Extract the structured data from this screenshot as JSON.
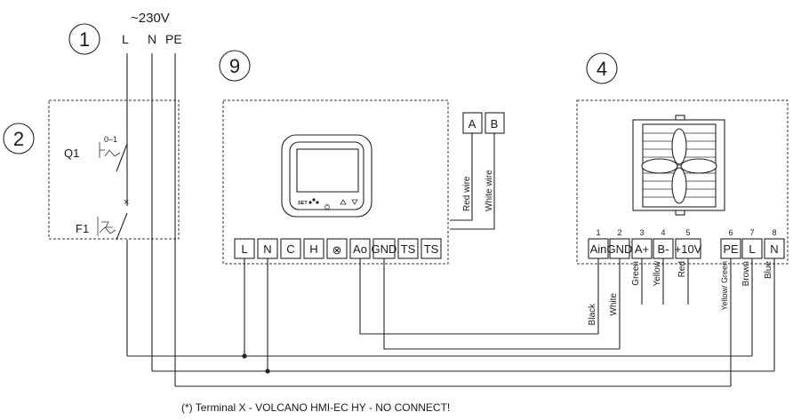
{
  "supply": {
    "voltage": "~230V",
    "lines": [
      "L",
      "N",
      "PE"
    ]
  },
  "callouts": [
    "1",
    "2",
    "9",
    "4"
  ],
  "breaker_labels": {
    "q1": "Q1",
    "q1_mark": "0–1",
    "f1": "F1"
  },
  "controller": {
    "terminals": [
      "L",
      "N",
      "C",
      "H",
      "⊗",
      "Ao",
      "GND",
      "TS",
      "TS"
    ],
    "keys": {
      "set": "SET"
    }
  },
  "ab_block": {
    "terminals": [
      "A",
      "B"
    ],
    "wires": [
      "Red wire",
      "White wire"
    ]
  },
  "fan": {
    "terminal_numbers": [
      "1",
      "2",
      "3",
      "4",
      "5",
      "6",
      "7",
      "8"
    ],
    "terminals": [
      "Ain",
      "GND",
      "A+",
      "B-",
      "+10V",
      "PE",
      "L",
      "N"
    ],
    "wire_colors": [
      "Black",
      "White",
      "Green",
      "Yellow",
      "Red",
      "Yellow/ Green",
      "Brown",
      "Blue"
    ]
  },
  "footnote": "(*) Terminal X - VOLCANO HMI-EC HY - NO CONNECT!"
}
